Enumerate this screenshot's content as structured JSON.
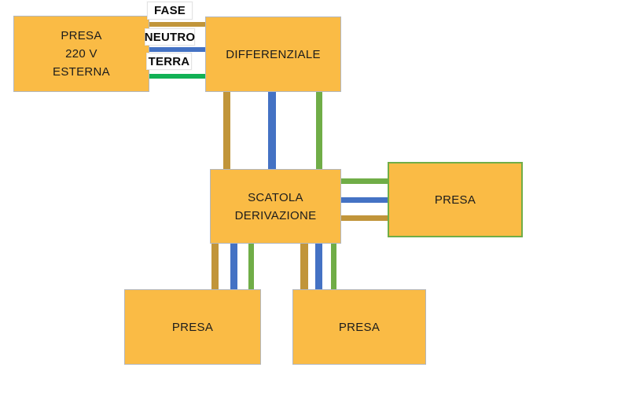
{
  "diagram": {
    "boxes": {
      "presa_esterna": {
        "lines": [
          "PRESA",
          "220 V",
          "ESTERNA"
        ]
      },
      "differenziale": {
        "label": "DIFFERENZIALE"
      },
      "scatola_derivazione": {
        "lines": [
          "SCATOLA",
          "DERIVAZIONE"
        ]
      },
      "presa_right": {
        "label": "PRESA"
      },
      "presa_bottom_left": {
        "label": "PRESA"
      },
      "presa_bottom_right": {
        "label": "PRESA"
      }
    },
    "wire_labels": {
      "fase": "FASE",
      "neutro": "NEUTRO",
      "terra": "TERRA"
    },
    "wires": {
      "fase_color_name": "gold",
      "neutro_color_name": "blue",
      "terra_color_name": "green"
    },
    "colors": {
      "box_fill": "#FABB45",
      "box_border": "#B3B7BD",
      "presa_right_border": "#70AD47",
      "wire_gold": "#C1953A",
      "wire_blue": "#4472C4",
      "wire_green": "#70AD47",
      "wire_green_bright": "#12B155"
    }
  }
}
